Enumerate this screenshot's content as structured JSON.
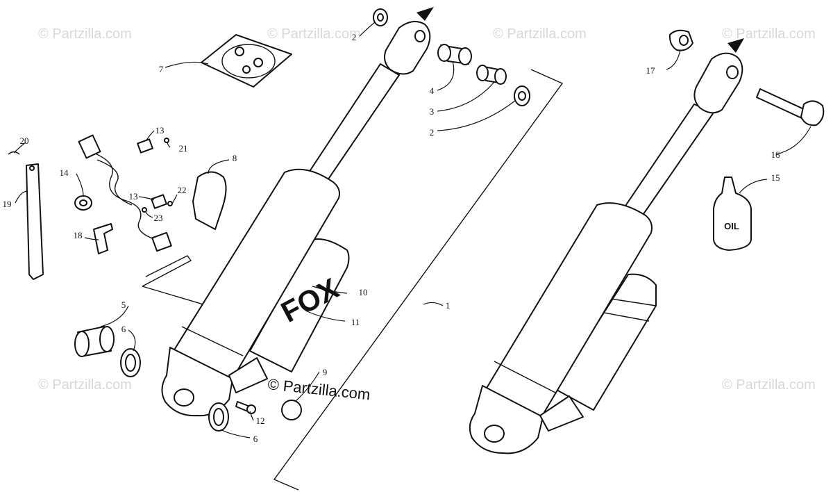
{
  "watermark": "© Partzilla.com",
  "copyright": "© Partzilla.com",
  "oil_label": "OIL",
  "brand_label": "FOX",
  "callouts": {
    "c1": "1",
    "c2a": "2",
    "c2b": "2",
    "c3": "3",
    "c4": "4",
    "c5": "5",
    "c6a": "6",
    "c6b": "6",
    "c7": "7",
    "c8": "8",
    "c9": "9",
    "c10": "10",
    "c11": "11",
    "c12": "12",
    "c13a": "13",
    "c13b": "13",
    "c14": "14",
    "c15": "15",
    "c16": "16",
    "c17": "17",
    "c18": "18",
    "c19": "19",
    "c20": "20",
    "c21": "21",
    "c22": "22",
    "c23": "23"
  }
}
